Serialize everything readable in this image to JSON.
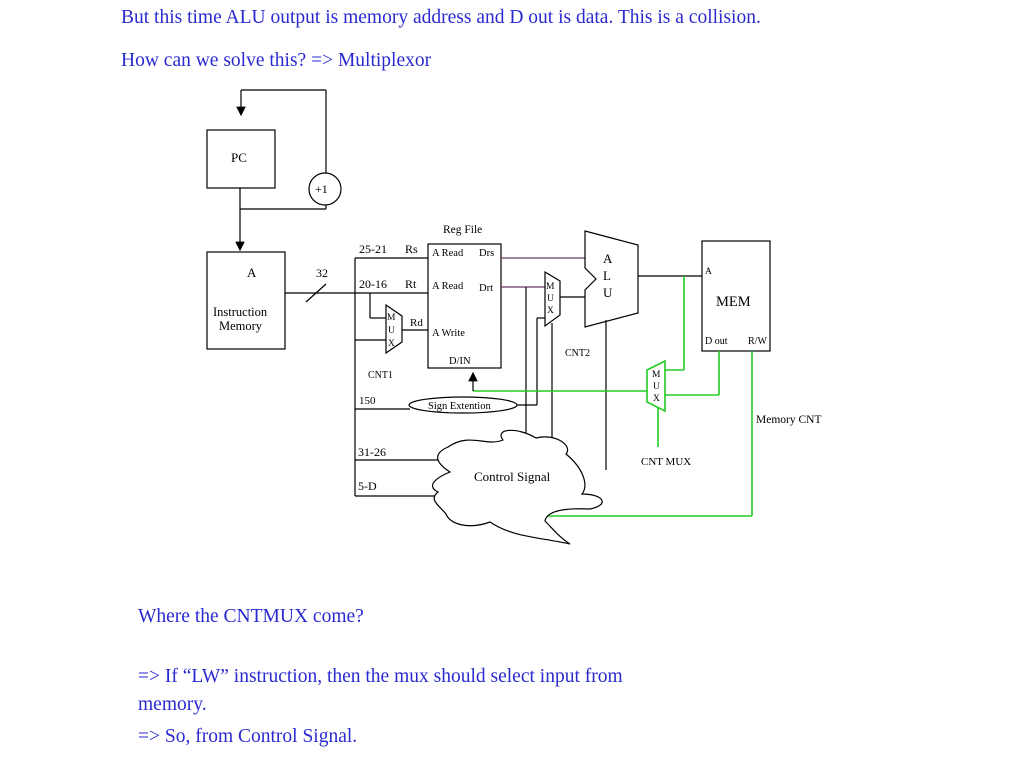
{
  "slide": {
    "line1": "But this time ALU output is memory address and D out is data.  This is a collision.",
    "line2": "How can we solve this? => Multiplexor",
    "note1": "Where the CNTMUX come?",
    "note2": "=> If “LW” instruction, then the mux should select input from memory.",
    "note3": "=> So, from Control Signal."
  },
  "diagram": {
    "pc": "PC",
    "plus1": "+1",
    "im_a": "A",
    "im_label1": "Instruction",
    "im_label2": "Memory",
    "bus32": "32",
    "regfile": "Reg File",
    "rs_bits": "25-21",
    "rs": "Rs",
    "rt_bits": "20-16",
    "rt": "Rt",
    "rd": "Rd",
    "a_read1": "A Read",
    "drs": "Drs",
    "a_read2": "A Read",
    "drt": "Drt",
    "a_write": "A Write",
    "din": "D/IN",
    "mux_m": "M",
    "mux_u": "U",
    "mux_x": "X",
    "cnt1": "CNT1",
    "cnt2": "CNT2",
    "imm_bits": "150",
    "sign_ext": "Sign Extention",
    "op_bits": "31-26",
    "funct_bits": "5-D",
    "control": "Control Signal",
    "alu_a": "A",
    "alu_l": "L",
    "alu_u": "U",
    "mem_a": "A",
    "mem": "MEM",
    "dout": "D out",
    "rw": "R/W",
    "cnt_mux": "CNT MUX",
    "memory_cnt": "Memory CNT",
    "colors": {
      "text_blue": "#2a2ad0",
      "control_green": "#22cc22",
      "wire_purple": "#6a3a6a"
    }
  }
}
